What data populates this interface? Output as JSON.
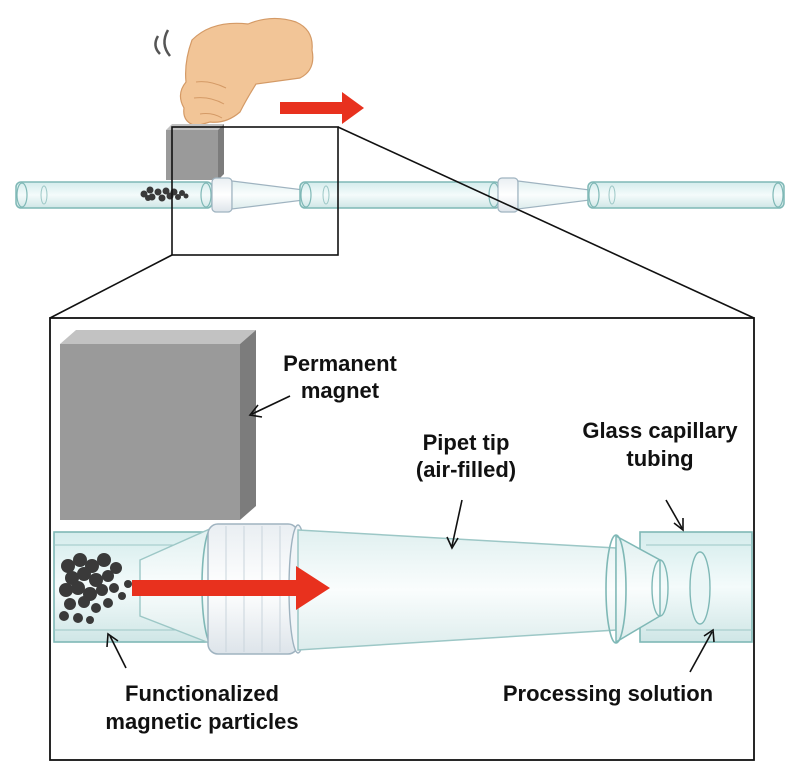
{
  "labels": {
    "magnet": [
      "Permanent",
      "magnet"
    ],
    "pipet": [
      "Pipet tip",
      "(air-filled)"
    ],
    "capillary": [
      "Glass capillary",
      "tubing"
    ],
    "particles": [
      "Functionalized",
      "magnetic particles"
    ],
    "solution": [
      "Processing solution"
    ]
  },
  "colors": {
    "tube_stroke": "#7fb8b6",
    "tube_fill": "#e6f3f3",
    "arrow": "#e8311e",
    "magnet_front": "#9a9a9a",
    "magnet_top": "#c2c2c2",
    "magnet_side": "#7c7c7c",
    "particles": "#3a3a3a",
    "hand": "#f2c597"
  },
  "icons": {
    "hand": "hand-icon",
    "motion": "motion-lines-icon",
    "direction": "right-arrow-icon"
  }
}
